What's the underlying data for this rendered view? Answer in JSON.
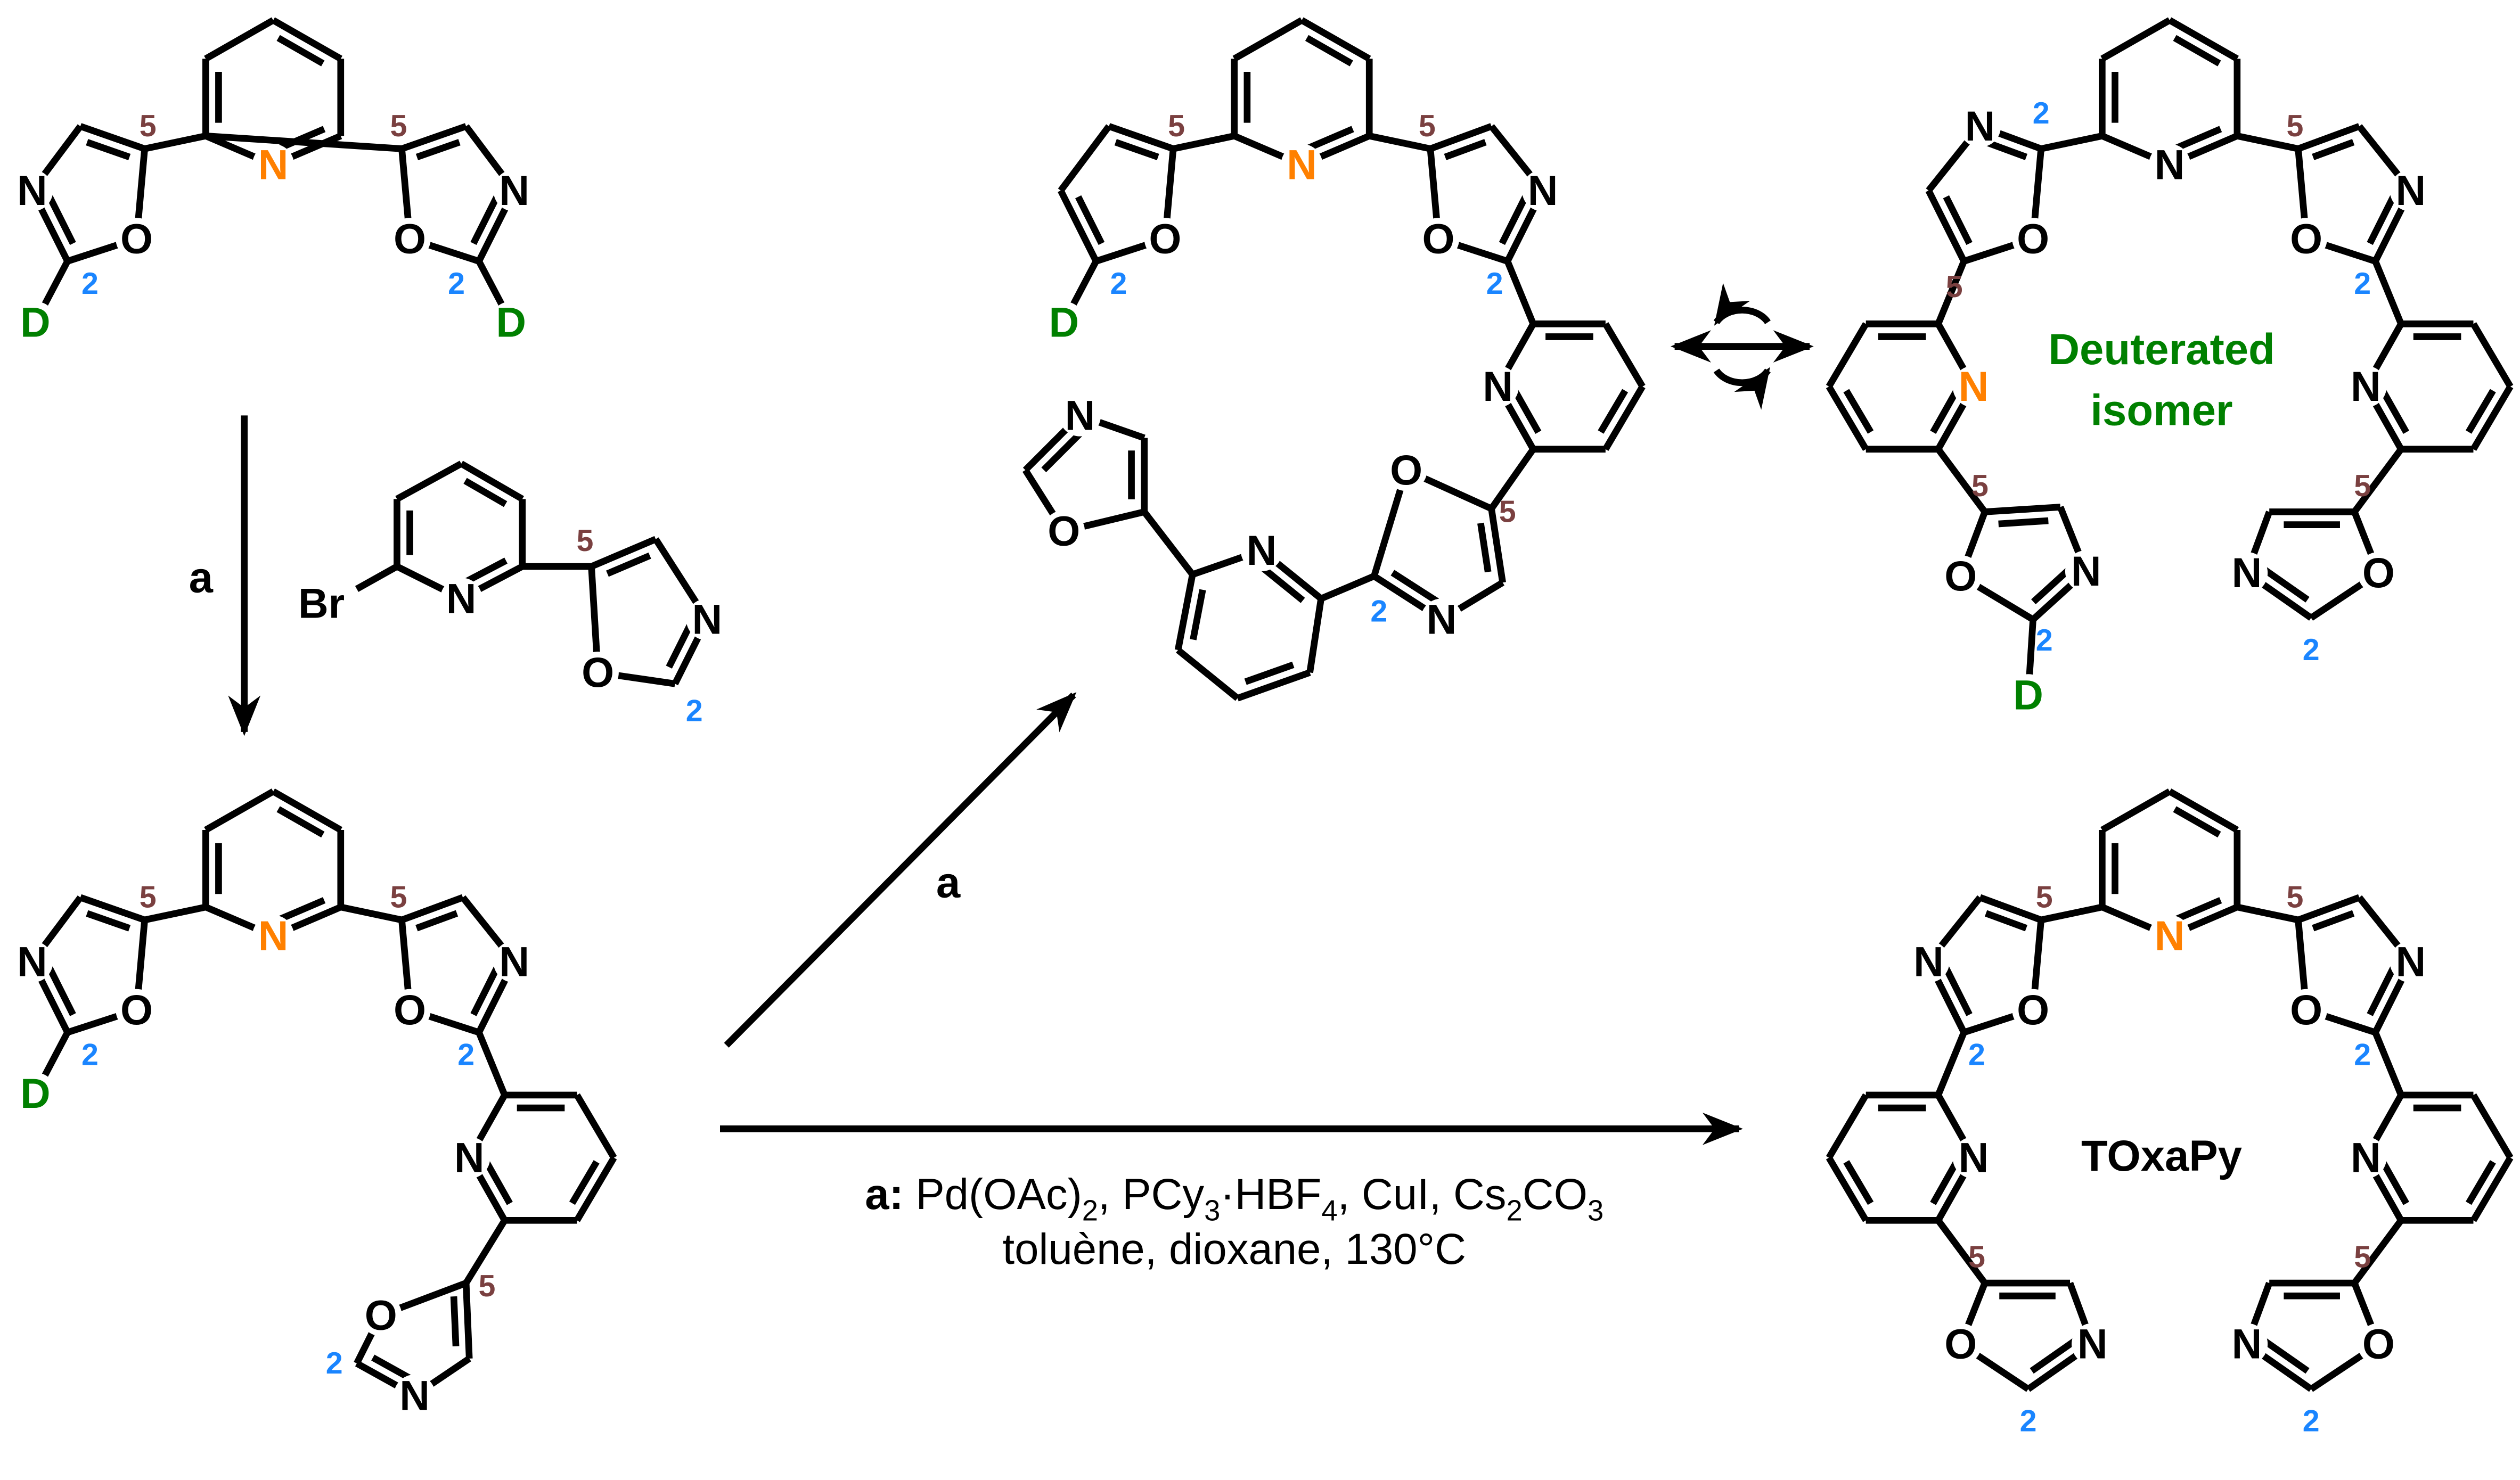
{
  "atoms": {
    "N": "N",
    "O": "O",
    "D": "D",
    "Br": "Br",
    "five": "5",
    "two": "2"
  },
  "colors": {
    "position5": "#7a4040",
    "position2": "#1a85ff",
    "deuterium": "#008000",
    "pyridine_N": "#ff8000",
    "bond": "#000000"
  },
  "step_label": "a",
  "conditions": {
    "prefix": "a:",
    "line1_parts": [
      "Pd(OAc)",
      "2",
      ", PCy",
      "3",
      "·HBF",
      "4",
      ", CuI, Cs",
      "2",
      "CO",
      "3"
    ],
    "line2": "toluène, dioxane, 130°C"
  },
  "isomer_label": {
    "line1": "Deuterated",
    "line2": "isomer"
  },
  "product_name": "TOxaPy"
}
